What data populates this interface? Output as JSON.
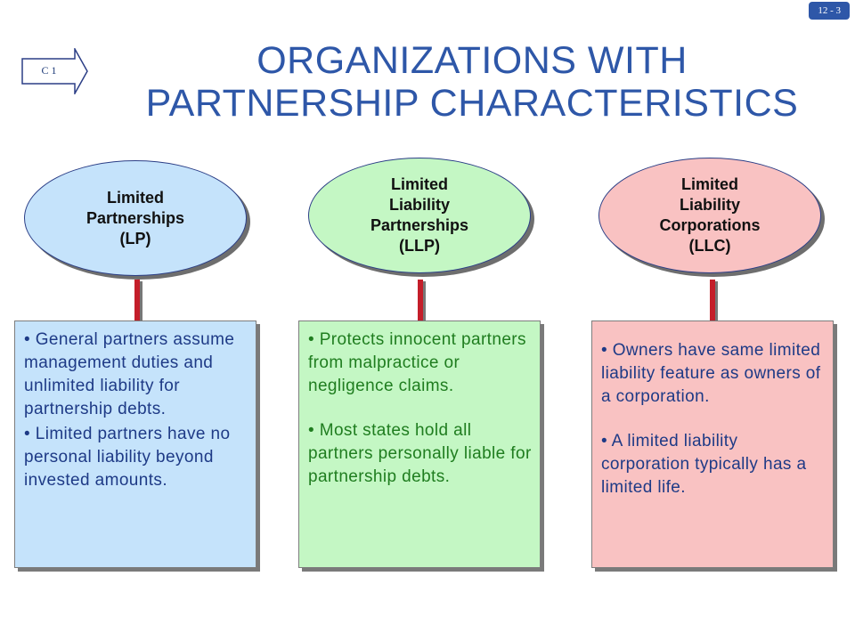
{
  "page_number": "12 - 3",
  "chapter_marker": "C 1",
  "title": {
    "line1": "ORGANIZATIONS WITH",
    "line2": "PARTNERSHIP CHARACTERISTICS"
  },
  "colors": {
    "title": "#2e57a8",
    "connector": "#c41e2a",
    "blue_fill": "#c5e3fb",
    "green_fill": "#c4f7c4",
    "pink_fill": "#f9c2c2"
  },
  "organizations": [
    {
      "name_lines": [
        "Limited",
        "Partnerships",
        "(LP)"
      ],
      "bullets": [
        "• General partners assume management duties and unlimited liability for partnership debts.",
        "• Limited partners have no personal liability beyond invested amounts."
      ]
    },
    {
      "name_lines": [
        "Limited",
        "Liability",
        "Partnerships",
        "(LLP)"
      ],
      "bullets": [
        "• Protects innocent partners from malpractice or negligence claims.",
        "• Most states hold all partners personally liable for partnership debts."
      ]
    },
    {
      "name_lines": [
        "Limited",
        "Liability",
        "Corporations",
        "(LLC)"
      ],
      "bullets": [
        "• Owners have same limited liability feature as owners of a corporation.",
        "• A limited liability corporation typically has a limited life."
      ]
    }
  ]
}
